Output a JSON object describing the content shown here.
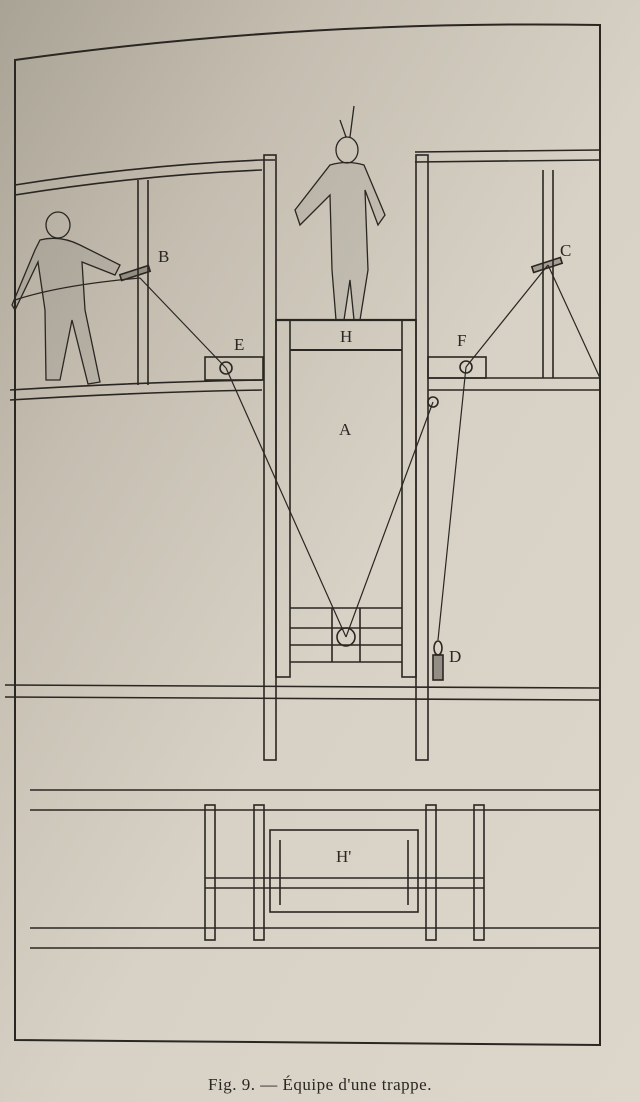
{
  "figure": {
    "caption": "Fig. 9. — Équipe d'une trappe.",
    "labels": {
      "B": "B",
      "C": "C",
      "E": "E",
      "F": "F",
      "H": "H",
      "A": "A",
      "D": "D",
      "H_prime": "H'"
    }
  }
}
